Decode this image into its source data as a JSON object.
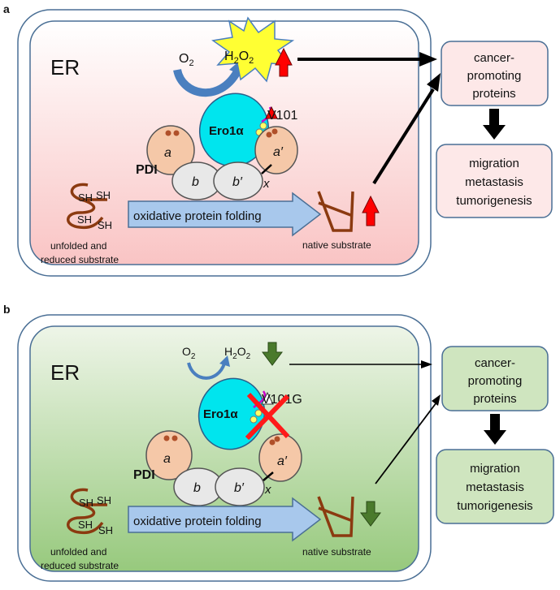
{
  "panel_a": {
    "letter": "a",
    "compartment": "ER",
    "o2": "O",
    "o2_sub": "2",
    "h2o2_h": "H",
    "h2o2_sub1": "2",
    "h2o2_o": "O",
    "h2o2_sub2": "2",
    "ero1": "Ero1α",
    "mutation": "V101",
    "pdi": "PDI",
    "domain_a": "a",
    "domain_b": "b",
    "domain_b_prime": "b′",
    "domain_a_prime": "a′",
    "linker_x": "x",
    "sh1": "SH",
    "sh2": "SH",
    "sh3": "SH",
    "sh4": "SH",
    "process": "oxidative protein folding",
    "unfolded_line1": "unfolded and",
    "unfolded_line2": "reduced substrate",
    "native": "native substrate",
    "out_box1": [
      "cancer-",
      "promoting",
      "proteins"
    ],
    "out_box2": [
      "migration",
      "metastasis",
      "tumorigenesis"
    ],
    "colors": {
      "er_bg_top": "#ffffff",
      "er_bg_bottom": "#f9c9c9",
      "box_fill": "#fde8e8",
      "arrow_indicator": "#ff0000"
    }
  },
  "panel_b": {
    "letter": "b",
    "compartment": "ER",
    "o2": "O",
    "o2_sub": "2",
    "h2o2_h": "H",
    "h2o2_sub1": "2",
    "h2o2_o": "O",
    "h2o2_sub2": "2",
    "ero1": "Ero1α",
    "mutation": "V101G",
    "pdi": "PDI",
    "domain_a": "a",
    "domain_b": "b",
    "domain_b_prime": "b′",
    "domain_a_prime": "a′",
    "linker_x": "x",
    "sh1": "SH",
    "sh2": "SH",
    "sh3": "SH",
    "sh4": "SH",
    "process": "oxidative protein folding",
    "unfolded_line1": "unfolded and",
    "unfolded_line2": "reduced substrate",
    "native": "native substrate",
    "out_box1": [
      "cancer-",
      "promoting",
      "proteins"
    ],
    "out_box2": [
      "migration",
      "metastasis",
      "tumorigenesis"
    ],
    "colors": {
      "er_bg_top": "#e8f2e0",
      "er_bg_bottom": "#9ccc84",
      "box_fill": "#cfe5bf",
      "arrow_indicator": "#4a7a2c"
    }
  },
  "colors": {
    "ero1": "#00e5ee",
    "pdi_a": "#f5c8a8",
    "pdi_b": "#e8e8e8",
    "process_arrow": "#a8c8ec",
    "substrate": "#8b3a10",
    "border": "#4a6f95"
  }
}
